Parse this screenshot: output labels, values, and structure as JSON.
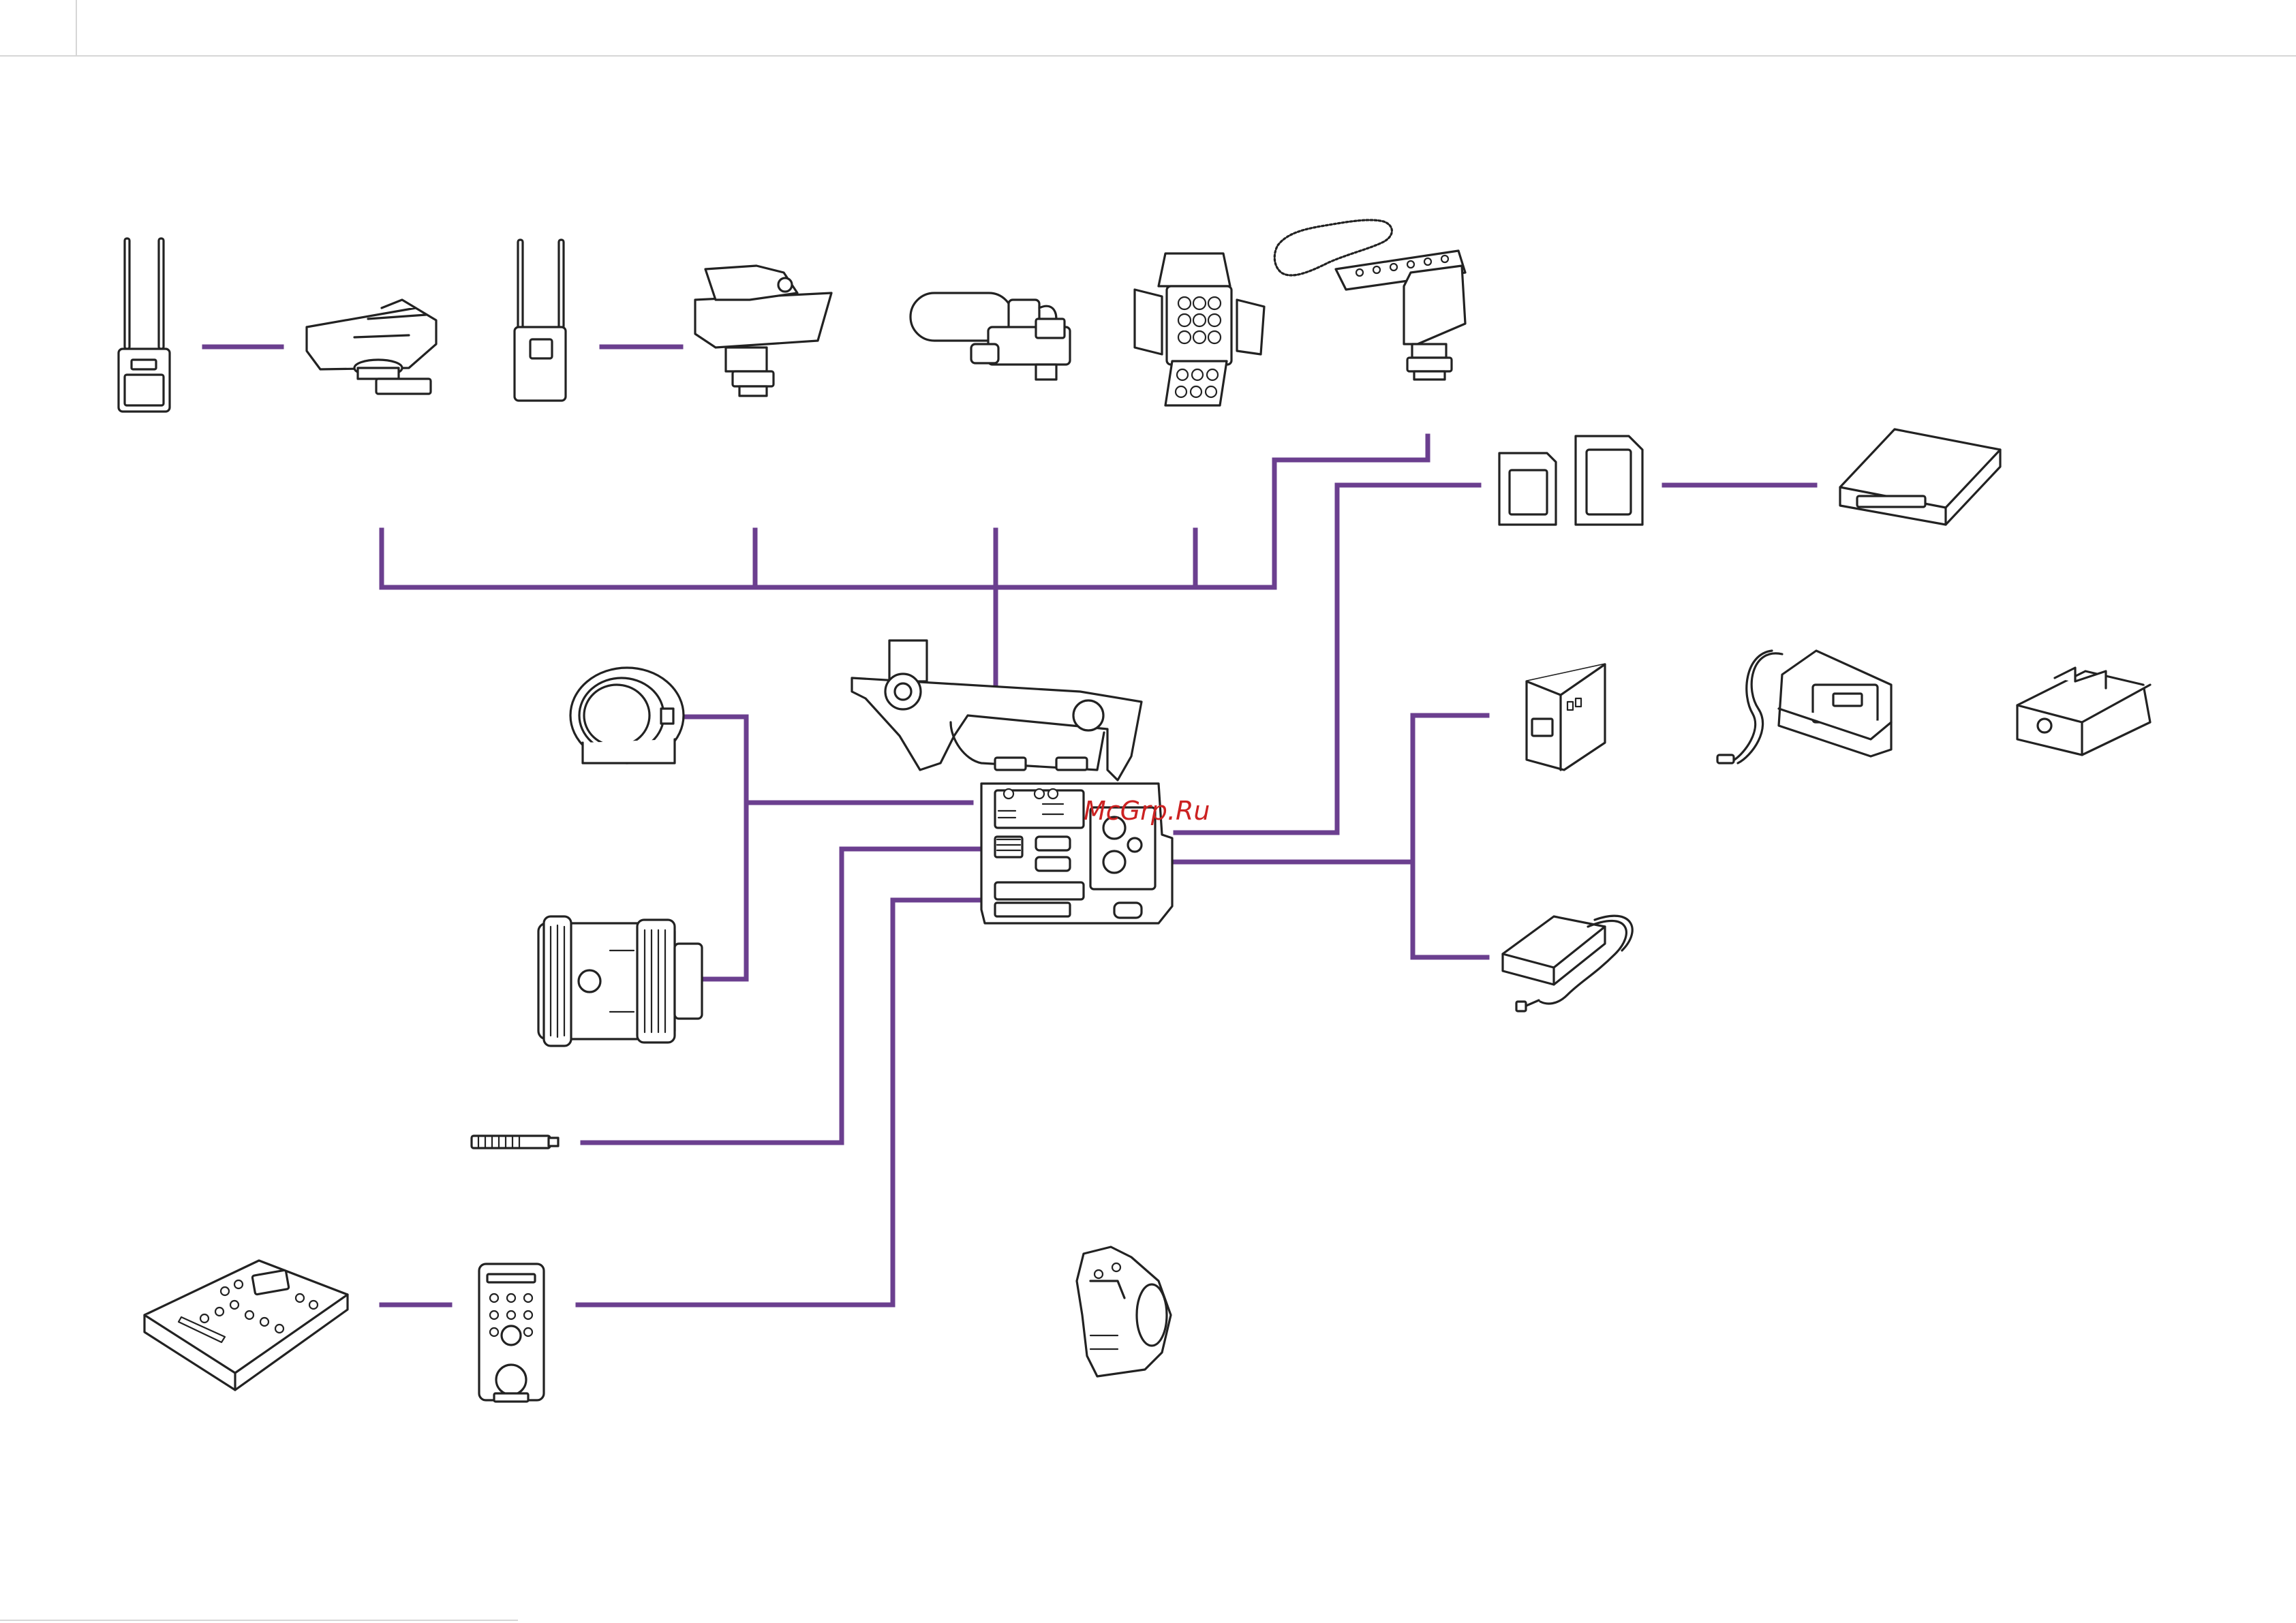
{
  "colors": {
    "connector": "#6b3f8f",
    "outline": "#222222",
    "rule": "#d6d6d6",
    "watermark": "#cc2222"
  },
  "watermark": {
    "text": "McGrp.Ru"
  },
  "devices": [
    {
      "name": "wireless-receiver",
      "icon": "wireless-receiver-icon"
    },
    {
      "name": "receiver-shoe-adaptor",
      "icon": "shoe-adaptor-icon"
    },
    {
      "name": "wireless-transmitter",
      "icon": "wireless-transmitter-icon"
    },
    {
      "name": "shoe-adaptor",
      "icon": "shoe-adaptor-icon"
    },
    {
      "name": "shotgun-microphone",
      "icon": "shotgun-microphone-icon"
    },
    {
      "name": "video-light",
      "icon": "video-light-icon"
    },
    {
      "name": "stereo-microphone",
      "icon": "stereo-microphone-icon"
    },
    {
      "name": "memory-cards",
      "icon": "memory-card-icon"
    },
    {
      "name": "card-reader",
      "icon": "card-reader-icon"
    },
    {
      "name": "battery-pack",
      "icon": "battery-icon"
    },
    {
      "name": "battery-charger",
      "icon": "charger-icon"
    },
    {
      "name": "charging-adaptor",
      "icon": "charging-adaptor-icon"
    },
    {
      "name": "ac-adaptor",
      "icon": "ac-adaptor-icon"
    },
    {
      "name": "mount-adaptor",
      "icon": "mount-adaptor-icon"
    },
    {
      "name": "zoom-lens",
      "icon": "lens-icon"
    },
    {
      "name": "usb-stick",
      "icon": "usb-stick-icon"
    },
    {
      "name": "remote-control-panel",
      "icon": "control-panel-icon"
    },
    {
      "name": "remote-commander",
      "icon": "remote-icon"
    },
    {
      "name": "grip",
      "icon": "grip-icon"
    },
    {
      "name": "camera-body",
      "icon": "camera-icon"
    }
  ]
}
